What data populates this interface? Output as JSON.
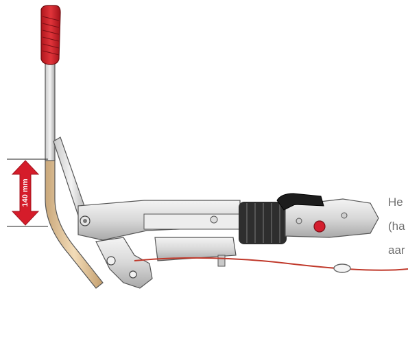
{
  "dimension_label": "140 mm",
  "side_text": {
    "line1": "He",
    "line2": "(ha",
    "line3": "aar"
  },
  "colors": {
    "handle_grip": "#d7262b",
    "dimension_arrow": "#d51c2a",
    "safety_cable": "#c0392b",
    "lever_brass": "#e8c79a",
    "hitch_red_button": "#d41e2e",
    "side_text": "#6f6f6f"
  }
}
